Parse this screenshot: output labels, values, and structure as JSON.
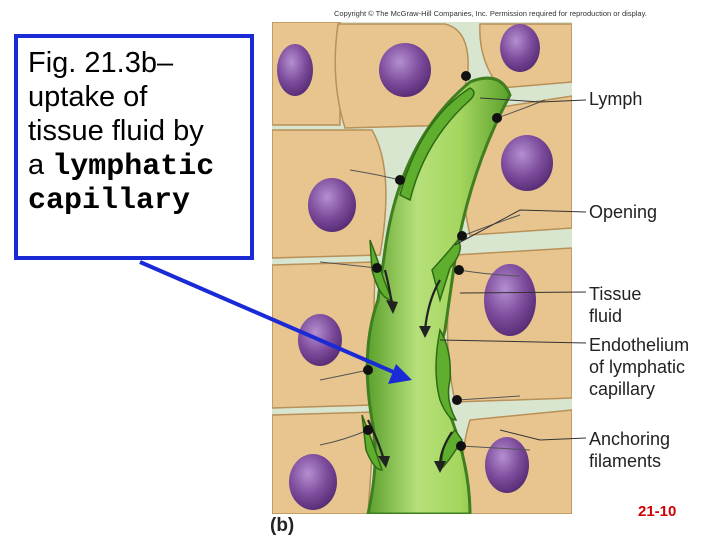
{
  "copyright": "Copyright © The McGraw-Hill Companies, Inc. Permission required for reproduction or display.",
  "caption": {
    "line1": "Fig. 21.3b–",
    "line2": "uptake of",
    "line3": "tissue fluid by",
    "line4_prefix": "a ",
    "line4_bold": "lymphatic",
    "line5": "capillary"
  },
  "labels": {
    "lymph": "Lymph",
    "opening": "Opening",
    "tissue_fluid_1": "Tissue",
    "tissue_fluid_2": "fluid",
    "endothelium_1": "Endothelium",
    "endothelium_2": "of lymphatic",
    "endothelium_3": "capillary",
    "anchoring_1": "Anchoring",
    "anchoring_2": "filaments"
  },
  "panel_tag": "(b)",
  "page_number": "21-10",
  "colors": {
    "caption_border": "#1a2bd6",
    "arrow": "#1a2bd6",
    "page_number": "#d10000",
    "cell_fill": "#e6c48e",
    "nucleus": "#7d4c9c",
    "capillary": "#8cc63f"
  }
}
